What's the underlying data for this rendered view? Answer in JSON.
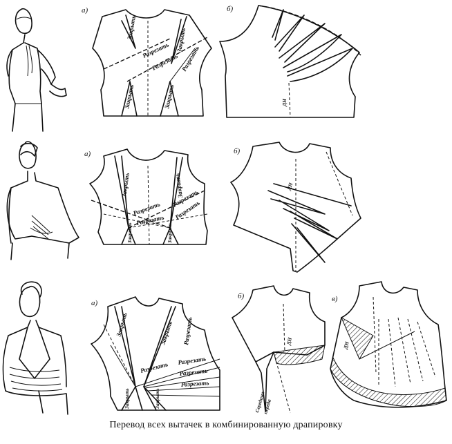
{
  "caption": "Перевод всех вытачек в комбинированную драпировку",
  "rows": [
    {
      "panel_a_letter": "а)",
      "panel_b_letter": "б)",
      "labels": {
        "zakryt_1": "Закрыть",
        "zakryt_2": "Закрыть",
        "zakryt_3": "Закрыть",
        "zakryt_4": "Закрыть",
        "razrezat_1": "Разрезать",
        "razrezat_2": "Разрезать",
        "razrezat_3": "Разрезать",
        "dn": "ДН"
      }
    },
    {
      "panel_a_letter": "а)",
      "panel_b_letter": "б)",
      "labels": {
        "zakryt_1": "Закрыть",
        "zakryt_2": "Закрыть",
        "zakryt_3": "Закрыть",
        "zakryt_4": "Закрыть",
        "razrezat_1": "Разрезать",
        "razrezat_2": "Разрезать",
        "razrezat_3": "Разрезать",
        "razrezat_4": "Разрезать",
        "dn": "ДН"
      }
    },
    {
      "panel_a_letter": "а)",
      "panel_b_letter": "б)",
      "panel_c_letter": "в)",
      "labels": {
        "zakryt_1": "Закрыть",
        "zakryt_2": "Закрыть",
        "zakryt_3": "Закрыть",
        "zakryt_4": "Закрыть",
        "razrezat_1": "Разрезать",
        "razrezat_2": "Разрезать",
        "razrezat_3": "Разрезать",
        "razrezat_4": "Разрезать",
        "razrezat_5": "Разрезать",
        "dn_b": "ДН",
        "dn_c": "ДН",
        "seredina": "Середина",
        "pereda": "переда"
      }
    }
  ]
}
